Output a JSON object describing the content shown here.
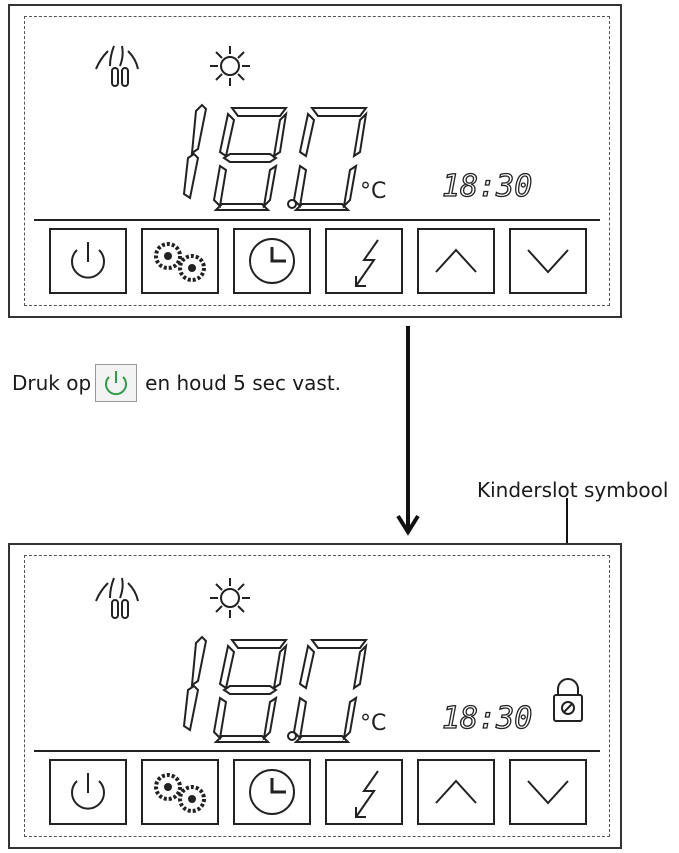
{
  "instruction": {
    "before": "Druk op",
    "after": "en houd 5 sec vast."
  },
  "lock_label": "Kinderslot symbool",
  "display": {
    "temperature": "18.0",
    "unit": "°C",
    "time": "18:30"
  },
  "buttons": [
    "power-icon",
    "settings-gears-icon",
    "clock-icon",
    "heat-boost-icon",
    "arrow-up-icon",
    "arrow-down-icon"
  ],
  "colors": {
    "accent_icon": "#2e9e4a",
    "line": "#222222"
  }
}
